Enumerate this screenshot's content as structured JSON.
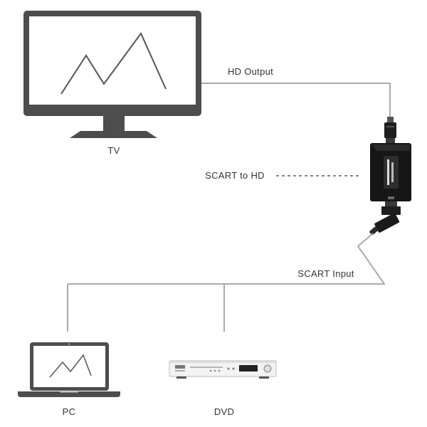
{
  "diagram": {
    "tv": {
      "label": "TV",
      "icon": "tv-icon"
    },
    "hd_output": {
      "label": "HD Output"
    },
    "converter": {
      "label": "SCART to HD",
      "icon": "converter-icon"
    },
    "scart_input": {
      "label": "SCART Input"
    },
    "pc": {
      "label": "PC",
      "icon": "laptop-icon"
    },
    "dvd": {
      "label": "DVD",
      "icon": "dvd-player-icon"
    }
  },
  "colors": {
    "device": "#4d4d4d",
    "cable": "#aaaaaa",
    "text": "#333333"
  }
}
